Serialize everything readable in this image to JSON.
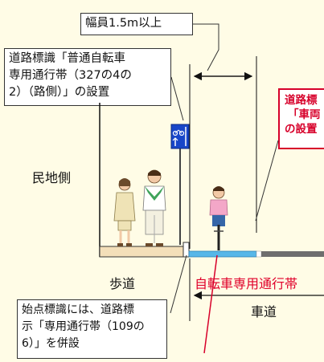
{
  "callouts": {
    "width_label": "幅員1.5m以上",
    "sign_note_lines": [
      "道路標識「普通自転車",
      "専用通行帯（327の4の",
      "2）（路側）」の設置"
    ],
    "right_note_lines": [
      "道路標",
      "「車両",
      "の設置"
    ],
    "start_note_lines": [
      "始点標識には、道路標",
      "示「専用通行帯（109の",
      "6）」を併設"
    ]
  },
  "zones": {
    "private_side": "民地側",
    "sidewalk": "歩道",
    "bike_lane": "自転車専用通行帯",
    "roadway": "車道"
  },
  "colors": {
    "background": "#fffce6",
    "bike_lane_text": "#e0002a",
    "bike_lane_surface": "#57b7e8",
    "sidewalk_surface": "#f3dfb9",
    "road_surface": "#6e6e6e",
    "sign_blue": "#1846c8"
  },
  "icons": [
    "bicycle-lane-sign-icon",
    "pedestrian-woman-icon",
    "pedestrian-man-icon",
    "cyclist-icon"
  ]
}
